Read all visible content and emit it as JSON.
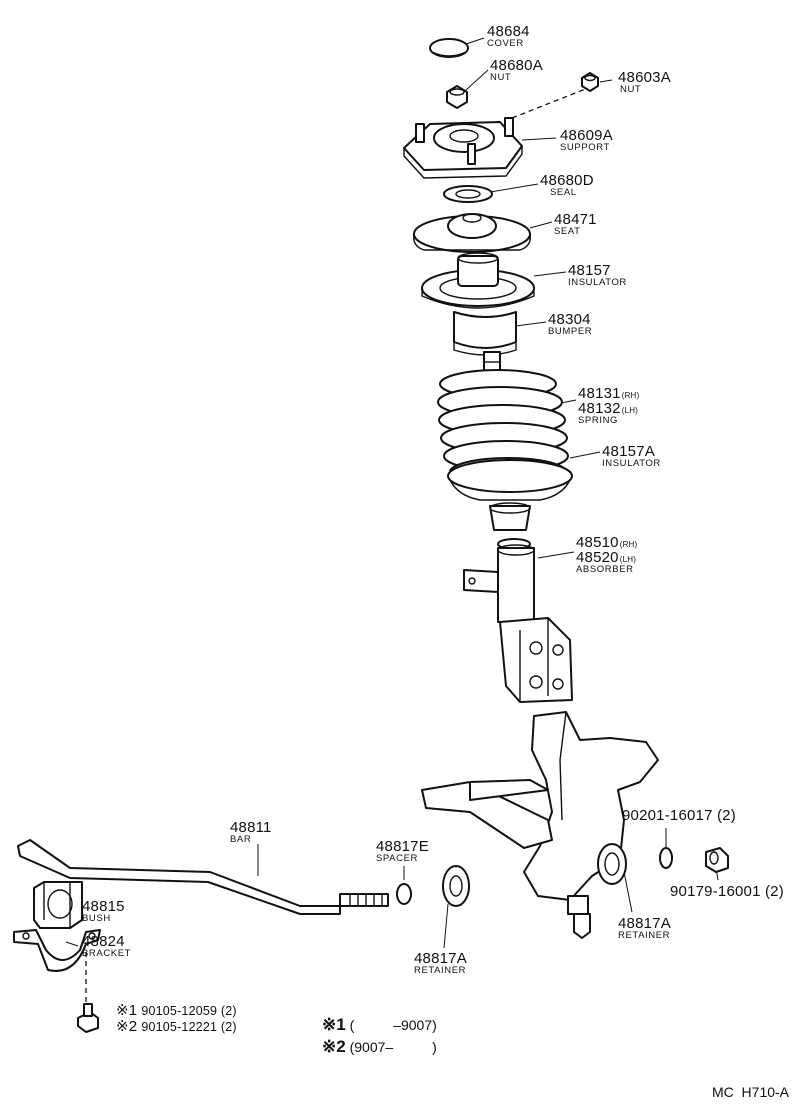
{
  "parts": [
    {
      "id": "cover",
      "number": "48684",
      "name": "COVER"
    },
    {
      "id": "nut-center",
      "number": "48680A",
      "name": "NUT"
    },
    {
      "id": "nut-stud",
      "number": "48603A",
      "name": "NUT"
    },
    {
      "id": "support",
      "number": "48609A",
      "name": "SUPPORT"
    },
    {
      "id": "seal",
      "number": "48680D",
      "name": "SEAL"
    },
    {
      "id": "seat",
      "number": "48471",
      "name": "SEAT"
    },
    {
      "id": "insulator-upper",
      "number": "48157",
      "name": "INSULATOR"
    },
    {
      "id": "bumper",
      "number": "48304",
      "name": "BUMPER"
    },
    {
      "id": "spring",
      "number": "48131",
      "number_suffix": "(RH)",
      "number2": "48132",
      "number2_suffix": "(LH)",
      "name": "SPRING"
    },
    {
      "id": "insulator-lower",
      "number": "48157A",
      "name": "INSULATOR"
    },
    {
      "id": "absorber",
      "number": "48510",
      "number_suffix": "(RH)",
      "number2": "48520",
      "number2_suffix": "(LH)",
      "name": "ABSORBER"
    },
    {
      "id": "bolt-knuckle",
      "number": "90201-16017 (2)",
      "name": ""
    },
    {
      "id": "nut-knuckle",
      "number": "90179-16001 (2)",
      "name": ""
    },
    {
      "id": "retainer-right",
      "number": "48817A",
      "name": "RETAINER"
    },
    {
      "id": "bar",
      "number": "48811",
      "name": "BAR"
    },
    {
      "id": "spacer",
      "number": "48817E",
      "name": "SPACER"
    },
    {
      "id": "retainer-left",
      "number": "48817A",
      "name": "RETAINER"
    },
    {
      "id": "bush",
      "number": "48815",
      "name": "BUSH"
    },
    {
      "id": "bracket",
      "number": "48824",
      "name": "BRACKET"
    },
    {
      "id": "bolt-1",
      "marker": "※1",
      "number": "90105-12059 (2)",
      "name": ""
    },
    {
      "id": "bolt-2",
      "marker": "※2",
      "number": "90105-12221 (2)",
      "name": ""
    }
  ],
  "notes": [
    {
      "marker": "※1",
      "text": "(          –9007)"
    },
    {
      "marker": "※2",
      "text": "(9007–          )"
    }
  ],
  "footer": {
    "code": "MC  H710-A"
  }
}
